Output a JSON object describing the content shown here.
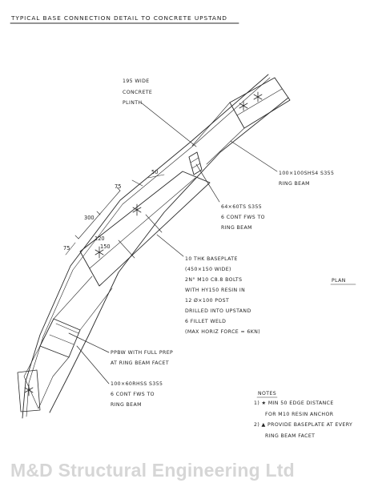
{
  "title": "TYPICAL BASE CONNECTION DETAIL TO CONCRETE UPSTAND",
  "plan_label": "PLAN",
  "callouts": {
    "plinth": [
      "195 WIDE",
      "CONCRETE",
      "PLINTH"
    ],
    "ring_beam": [
      "100×100SHS4 S355",
      "RING BEAM"
    ],
    "cleat": [
      "64×60TS S355",
      "6 CONT FWS TO",
      "RING BEAM"
    ],
    "baseplate": [
      "10 THK BASEPLATE",
      "(450×150 WIDE)",
      "2N° M10 C8.8 BOLTS",
      "WITH HY150 RESIN IN",
      "12 Ø×100 POST",
      "DRILLED INTO UPSTAND",
      "6 FILLET WELD",
      "(MAX HORIZ FORCE = 6KN)"
    ],
    "ppbw": [
      "PPBW WITH FULL PREP",
      "AT RING BEAM FACET"
    ],
    "lower": [
      "100×60RHSS S355",
      "6 CONT FWS TO",
      "RING BEAM"
    ]
  },
  "dimensions": {
    "d75_top": "75",
    "d300": "300",
    "d75_bottom": "75",
    "d50": "50",
    "d120": "120",
    "d150": "150"
  },
  "notes": {
    "heading": "NOTES",
    "items": [
      "1) ★ MIN 50 EDGE DISTANCE",
      "FOR M10 RESIN ANCHOR",
      "2) ▲ PROVIDE BASEPLATE AT EVERY",
      "RING BEAM FACET"
    ]
  },
  "company": "M&D Structural Engineering Ltd"
}
